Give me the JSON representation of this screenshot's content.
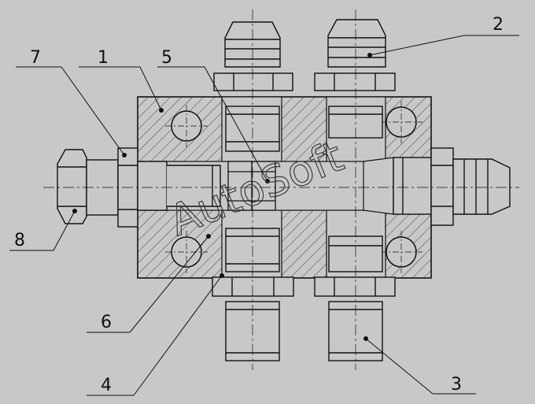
{
  "drawing": {
    "background_color": "#c8c8c8",
    "line_color": "#111111",
    "callouts": [
      {
        "id": "c1",
        "label": "1"
      },
      {
        "id": "c2",
        "label": "2"
      },
      {
        "id": "c3",
        "label": "3"
      },
      {
        "id": "c4",
        "label": "4"
      },
      {
        "id": "c5",
        "label": "5"
      },
      {
        "id": "c6",
        "label": "6"
      },
      {
        "id": "c7",
        "label": "7"
      },
      {
        "id": "c8",
        "label": "8"
      }
    ],
    "watermark": "AutoSoft"
  }
}
